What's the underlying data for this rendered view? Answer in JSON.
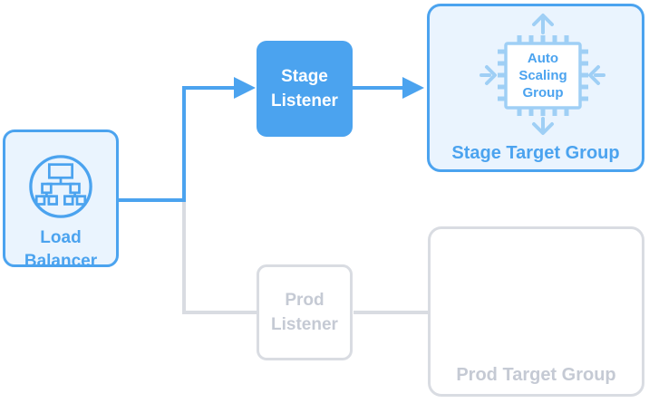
{
  "diagram": {
    "nodes": {
      "load_balancer": {
        "label": "Load Balancer",
        "state": "active"
      },
      "stage_listener": {
        "label": "Stage Listener",
        "state": "active"
      },
      "prod_listener": {
        "label": "Prod Listener",
        "state": "inactive"
      },
      "stage_target_group": {
        "label": "Stage Target Group",
        "icon_label": "Auto Scaling Group",
        "state": "active"
      },
      "prod_target_group": {
        "label": "Prod Target Group",
        "state": "inactive"
      }
    },
    "edges": [
      {
        "from": "load_balancer",
        "to": "stage_listener",
        "style": "arrow",
        "state": "active"
      },
      {
        "from": "stage_listener",
        "to": "stage_target_group",
        "style": "arrow",
        "state": "active"
      },
      {
        "from": "load_balancer",
        "to": "prod_listener",
        "style": "line",
        "state": "inactive"
      },
      {
        "from": "prod_listener",
        "to": "prod_target_group",
        "style": "line",
        "state": "inactive"
      }
    ],
    "icons": {
      "load_balancer": "load-balancer-network-icon",
      "stage_target_group": "auto-scaling-group-chip-icon"
    },
    "colors": {
      "accent": "#4BA3EF",
      "accent_soft": "#9FCFF5",
      "panel_fill": "#EAF4FE",
      "muted_border": "#D9DCE2",
      "muted_text": "#C5CAD4"
    }
  }
}
